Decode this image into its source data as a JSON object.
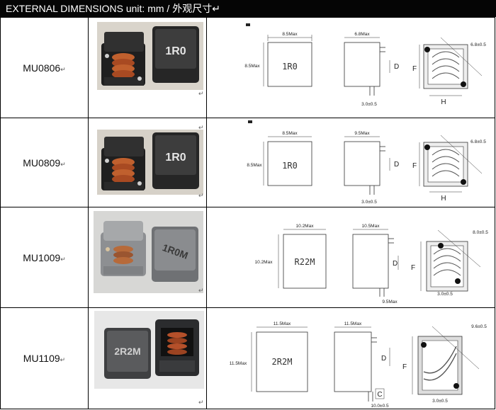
{
  "header": {
    "title": "EXTERNAL DIMENSIONS unit: mm / 外观尺寸↵"
  },
  "return_mark": "↵",
  "rows": [
    {
      "model": "MU0806",
      "part_marking": "1R0",
      "dim_top_width": "8.5Max",
      "dim_side_height": "8.5Max",
      "dim_side_width": "6.8Max",
      "dim_diag": "6.8±0.5",
      "dim_c": "3.0±0.5",
      "dim_bottom": "H",
      "label_d": "D",
      "label_f": "F"
    },
    {
      "model": "MU0809",
      "part_marking": "1R0",
      "dim_top_width": "8.5Max",
      "dim_side_height": "8.5Max",
      "dim_side_width": "9.5Max",
      "dim_diag": "6.8±0.5",
      "dim_c": "3.0±0.5",
      "dim_bottom": "H",
      "label_d": "D",
      "label_f": "F"
    },
    {
      "model": "MU1009",
      "part_marking": "R22M",
      "photo_marking": "1R0M",
      "dim_top_width": "10.2Max",
      "dim_side_height": "10.2Max",
      "dim_side_width": "10.5Max",
      "dim_diag": "8.0±0.5",
      "dim_c": "9.5Max",
      "dim_bottom": "3.0±0.5",
      "label_d": "D",
      "label_f": "F"
    },
    {
      "model": "MU1109",
      "part_marking": "2R2M",
      "photo_marking": "2R2M",
      "dim_top_width": "11.5Max",
      "dim_side_height": "11.5Max",
      "dim_side_width": "11.5Max",
      "dim_diag": "9.6±0.5",
      "dim_c": "10.0±0.5",
      "dim_bottom": "3.0±0.5",
      "label_d": "D",
      "label_f": "F",
      "label_c": "C"
    }
  ],
  "colors": {
    "header_bg": "#050505",
    "header_text": "#ffffff",
    "body_dark": "#2c2c2c",
    "copper": "#b5502a",
    "body_gray": "#8d8f92"
  }
}
